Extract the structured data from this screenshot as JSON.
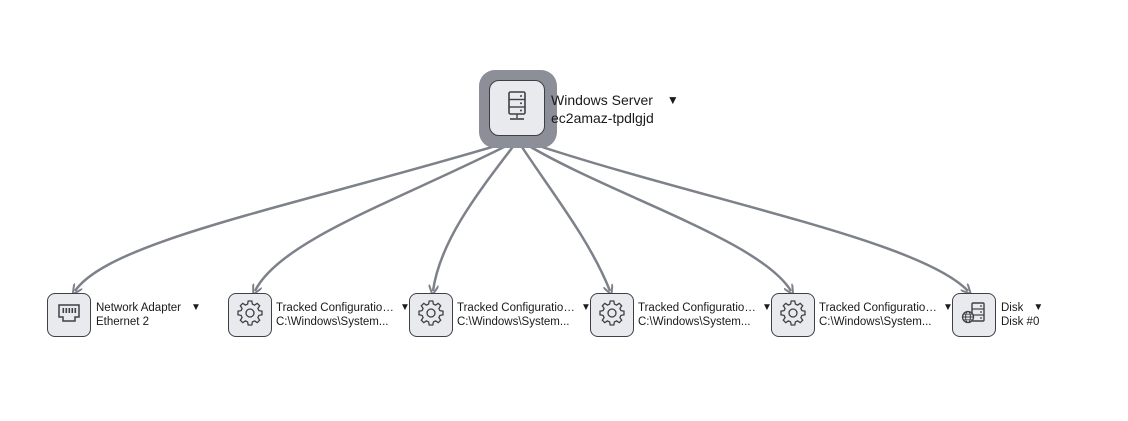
{
  "root": {
    "type_label": "Windows Server",
    "name": "ec2amaz-tpdlgjd",
    "icon": "server-icon",
    "expand_glyph": "▼"
  },
  "children": [
    {
      "type_label": "Network Adapter",
      "name": "Ethernet 2",
      "icon": "network-adapter-icon",
      "expand_glyph": "▼"
    },
    {
      "type_label": "Tracked Configuration...",
      "name": "C:\\Windows\\System...",
      "icon": "gear-icon",
      "expand_glyph": "▼"
    },
    {
      "type_label": "Tracked Configuration...",
      "name": "C:\\Windows\\System...",
      "icon": "gear-icon",
      "expand_glyph": "▼"
    },
    {
      "type_label": "Tracked Configuration...",
      "name": "C:\\Windows\\System...",
      "icon": "gear-icon",
      "expand_glyph": "▼"
    },
    {
      "type_label": "Tracked Configuration...",
      "name": "C:\\Windows\\System...",
      "icon": "gear-icon",
      "expand_glyph": "▼"
    },
    {
      "type_label": "Disk",
      "name": "Disk #0",
      "icon": "disk-icon",
      "expand_glyph": "▼"
    }
  ],
  "colors": {
    "edge": "#7d818a",
    "node_fill": "#e8eaed",
    "node_border": "#3d4048",
    "root_halo": "#8c8f97"
  }
}
